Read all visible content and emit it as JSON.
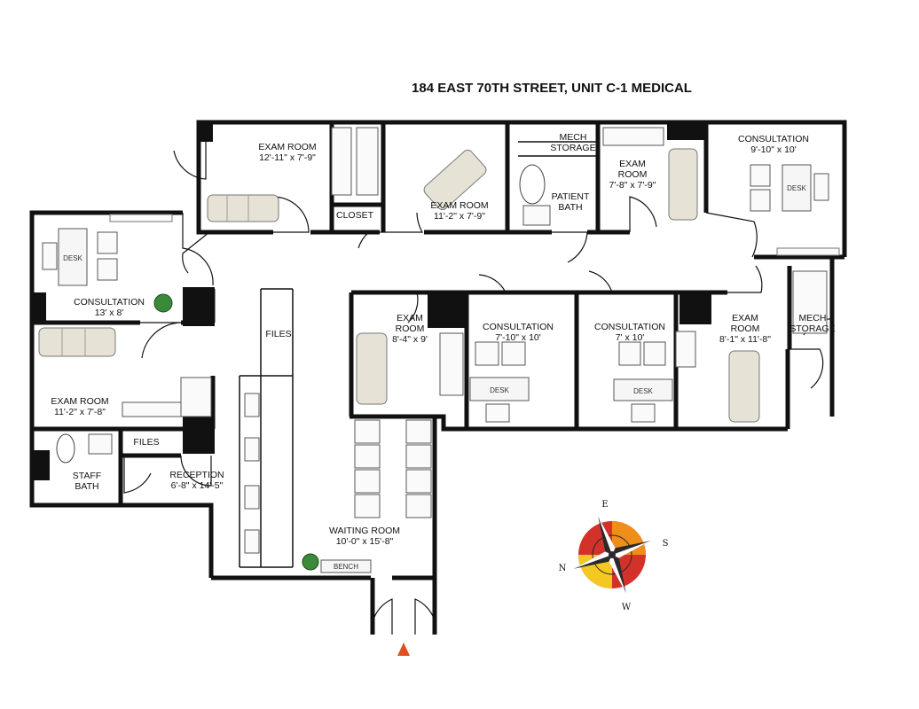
{
  "title": "184 EAST 70TH STREET, UNIT C-1 MEDICAL",
  "rooms": {
    "exam_a": {
      "name": "EXAM ROOM",
      "dims": "12'-11\" x 7'-9\""
    },
    "exam_b": {
      "name": "EXAM ROOM",
      "dims": "11'-2\" x 7'-9\""
    },
    "closet": {
      "name": "CLOSET"
    },
    "mech_top": {
      "line1": "MECH",
      "line2": "STORAGE"
    },
    "patient_bath": {
      "line1": "PATIENT",
      "line2": "BATH"
    },
    "exam_c": {
      "line1": "EXAM",
      "line2": "ROOM",
      "dims": "7'-8\" x 7'-9\""
    },
    "consult_ne": {
      "name": "CONSULTATION",
      "dims": "9'-10\" x 10'"
    },
    "consult_w": {
      "name": "CONSULTATION",
      "dims": "13' x 8'"
    },
    "exam_w": {
      "name": "EXAM ROOM",
      "dims": "11'-2\" x 7'-8\""
    },
    "files_a": {
      "name": "FILES"
    },
    "files_b": {
      "name": "FILES"
    },
    "staff_bath": {
      "line1": "STAFF",
      "line2": "BATH"
    },
    "reception": {
      "name": "RECEPTION",
      "dims": "6'-8\" x 14'-5\""
    },
    "exam_d": {
      "line1": "EXAM",
      "line2": "ROOM",
      "dims": "8'-4\" x 9'"
    },
    "consult_c1": {
      "name": "CONSULTATION",
      "dims": "7'-10\" x 10'"
    },
    "consult_c2": {
      "name": "CONSULTATION",
      "dims": "7' x 10'"
    },
    "exam_e": {
      "line1": "EXAM",
      "line2": "ROOM",
      "dims": "8'-1\" x 11'-8\""
    },
    "mech_right": {
      "line1": "MECH",
      "line2": "STORAGE"
    },
    "waiting": {
      "name": "WAITING ROOM",
      "dims": "10'-0\" x 15'-8\""
    }
  },
  "furniture": {
    "desk": "DESK",
    "bench": "BENCH"
  },
  "compass": {
    "n": "N",
    "e": "E",
    "s": "S",
    "w": "W",
    "colors": {
      "red": "#d2322a",
      "orange": "#ef8f1a",
      "yellow": "#f3c823",
      "dark": "#2a2a2a"
    }
  },
  "entrance_marker": {
    "color": "#e0501e"
  },
  "colors": {
    "wall": "#111111",
    "furniture": "#e6e3d6",
    "plant": "#3a8a3a"
  }
}
